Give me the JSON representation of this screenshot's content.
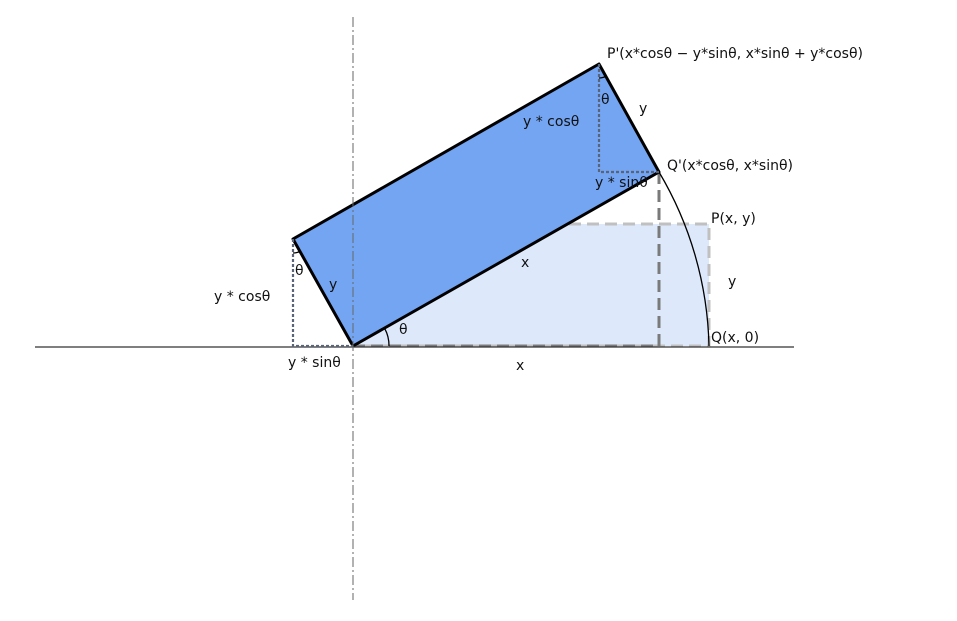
{
  "colors": {
    "background": "#ffffff",
    "axis": "#333333",
    "y_axis_dashdot": "#666666",
    "original_rect_fill": "#dde9fb",
    "original_rect_border": "#c0c0c0",
    "rotated_rect_fill": "#74a5f2",
    "rotated_rect_border": "#000000",
    "dashed_guides": "#7a7a7a",
    "dotted_guides": "#5a6478",
    "text": "#111111"
  },
  "labels": {
    "p_prime": "P'(x*cosθ − y*sinθ, x*sinθ + y*cosθ)",
    "q_prime": "Q'(x*cosθ, x*sinθ)",
    "p": "P(x, y)",
    "q": "Q(x, 0)",
    "x_bottom": "x",
    "x_diagonal": "x",
    "y_right": "y",
    "y_top_right": "y",
    "y_left": "y",
    "theta_origin": "θ",
    "theta_left": "θ",
    "theta_top": "θ",
    "y_cos_left": "y * cosθ",
    "y_cos_top": "y * cosθ",
    "y_sin_bottom": "y * sinθ",
    "y_sin_top": "y * sinθ"
  }
}
